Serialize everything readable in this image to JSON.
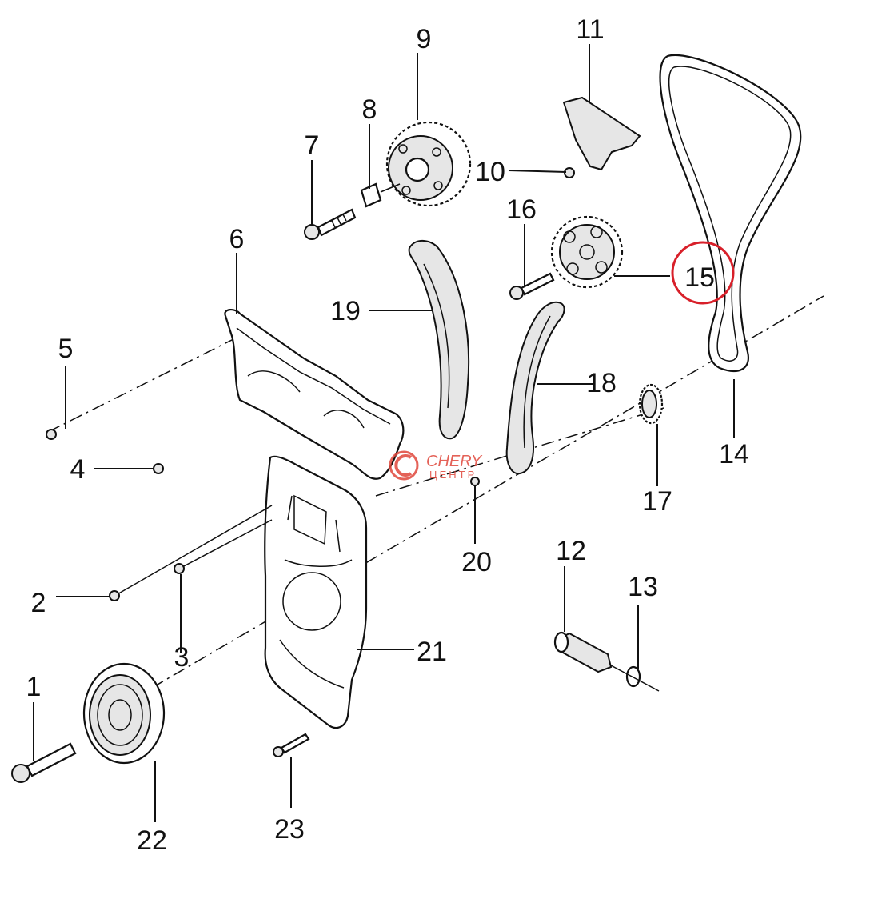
{
  "callouts": {
    "c1": "1",
    "c2": "2",
    "c3": "3",
    "c4": "4",
    "c5": "5",
    "c6": "6",
    "c7": "7",
    "c8": "8",
    "c9": "9",
    "c10": "10",
    "c11": "11",
    "c12": "12",
    "c13": "13",
    "c14": "14",
    "c15": "15",
    "c16": "16",
    "c17": "17",
    "c18": "18",
    "c19": "19",
    "c20": "20",
    "c21": "21",
    "c22": "22",
    "c23": "23"
  },
  "watermark": {
    "brand": "CHERY",
    "sub": "ЦЕНТР"
  },
  "highlight": {
    "color": "#d8202a",
    "target": "15"
  },
  "colors": {
    "ink": "#111111",
    "watermark": "#e0473c"
  }
}
